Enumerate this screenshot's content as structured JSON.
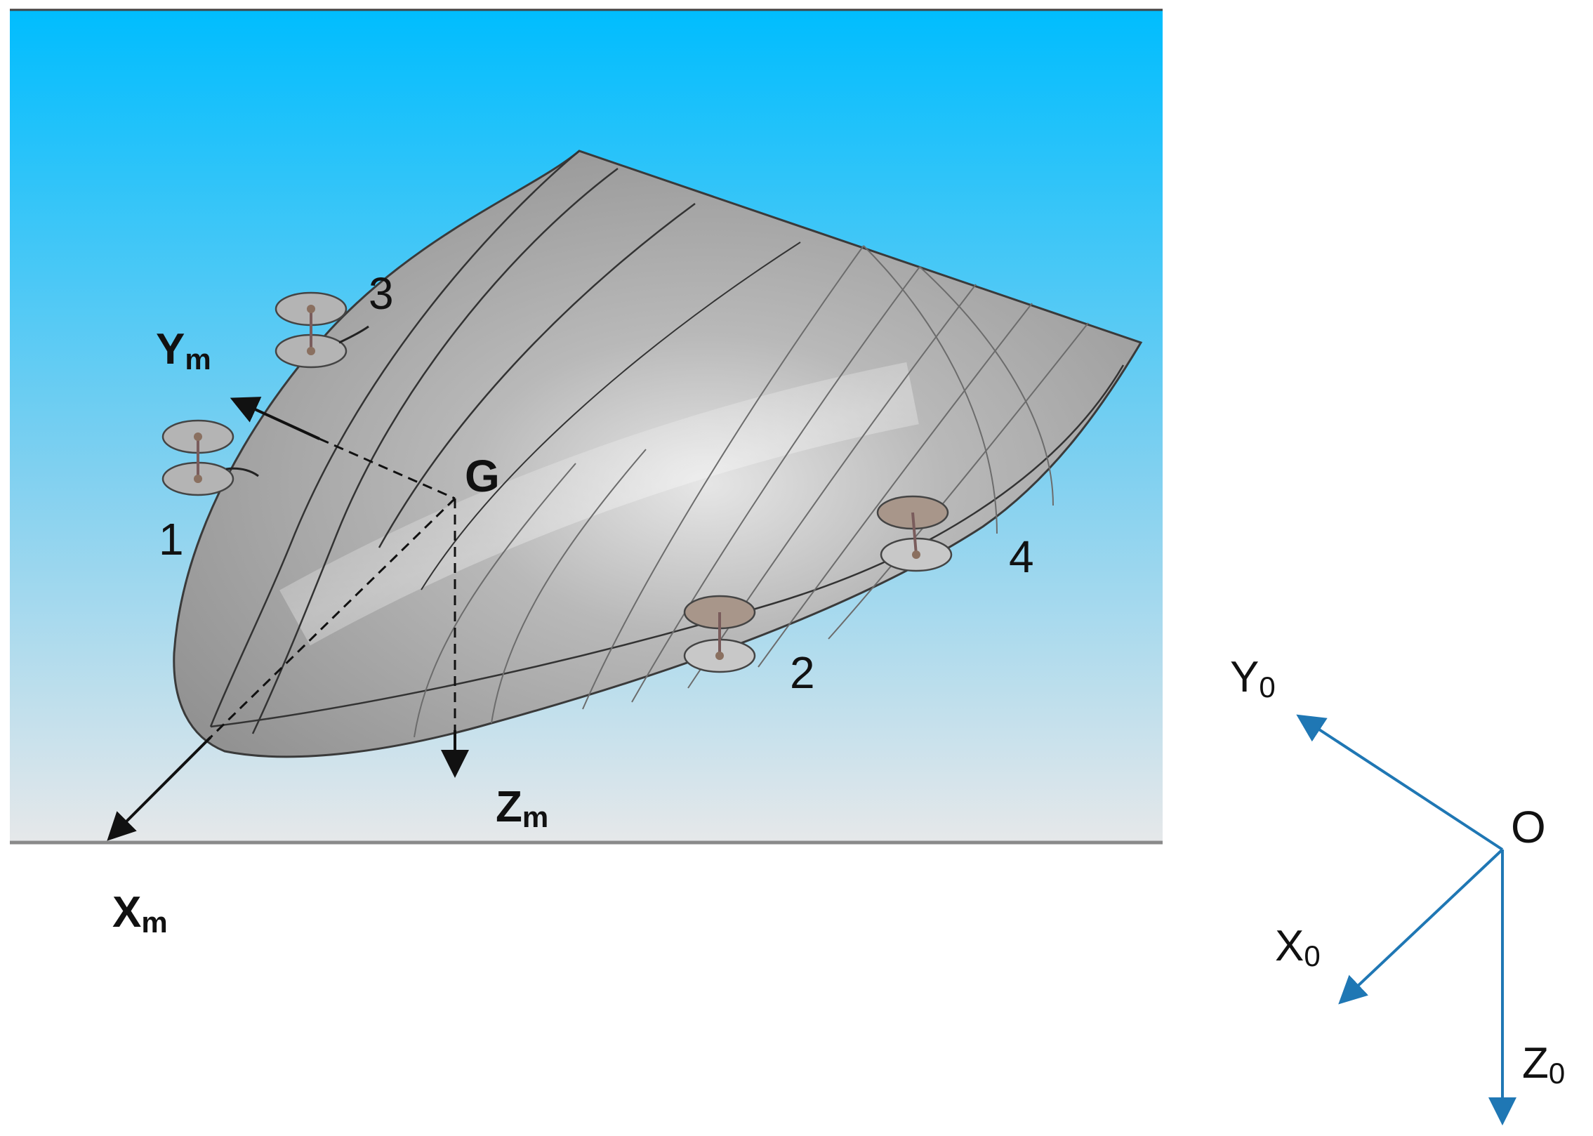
{
  "scene": {
    "sky_top_color": "#00bfff",
    "sky_bottom_color": "#e8e8e8",
    "ground_line_color": "#8a8a8a",
    "hull_color": "#a9a9a9",
    "frame_axis_color": "#111111",
    "inertial_axis_color": "#1f77b4"
  },
  "body_frame": {
    "x_label": "X",
    "x_sub": "m",
    "y_label": "Y",
    "y_sub": "m",
    "z_label": "Z",
    "z_sub": "m",
    "origin_label": "G"
  },
  "inertial_frame": {
    "x_label": "X",
    "x_sub": "0",
    "y_label": "Y",
    "y_sub": "0",
    "z_label": "Z",
    "z_sub": "0",
    "origin_label": "O"
  },
  "propellers": [
    {
      "id": "1",
      "label": "1"
    },
    {
      "id": "2",
      "label": "2"
    },
    {
      "id": "3",
      "label": "3"
    },
    {
      "id": "4",
      "label": "4"
    }
  ]
}
